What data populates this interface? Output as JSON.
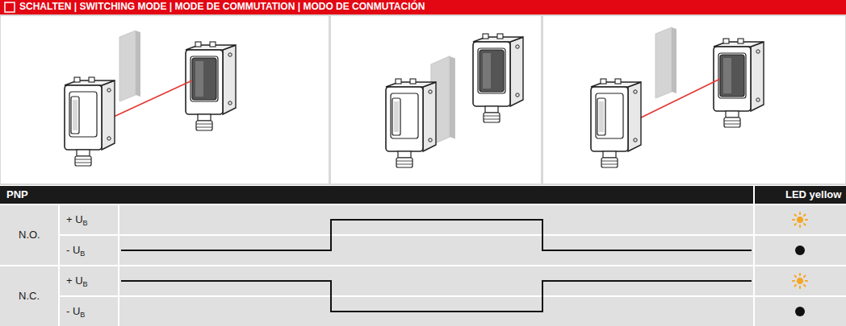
{
  "diagram": {
    "title": "SCHALTEN | SWITCHING MODE | MODE DE COMMUTATION | MODO DE CONMUTACIÓN",
    "labels": [
      "PNP",
      "LED yellow",
      "N.O.",
      "+ U",
      "B",
      "- U",
      "B",
      "N.C.",
      "+ U",
      "B",
      "- U",
      "B"
    ]
  }
}
